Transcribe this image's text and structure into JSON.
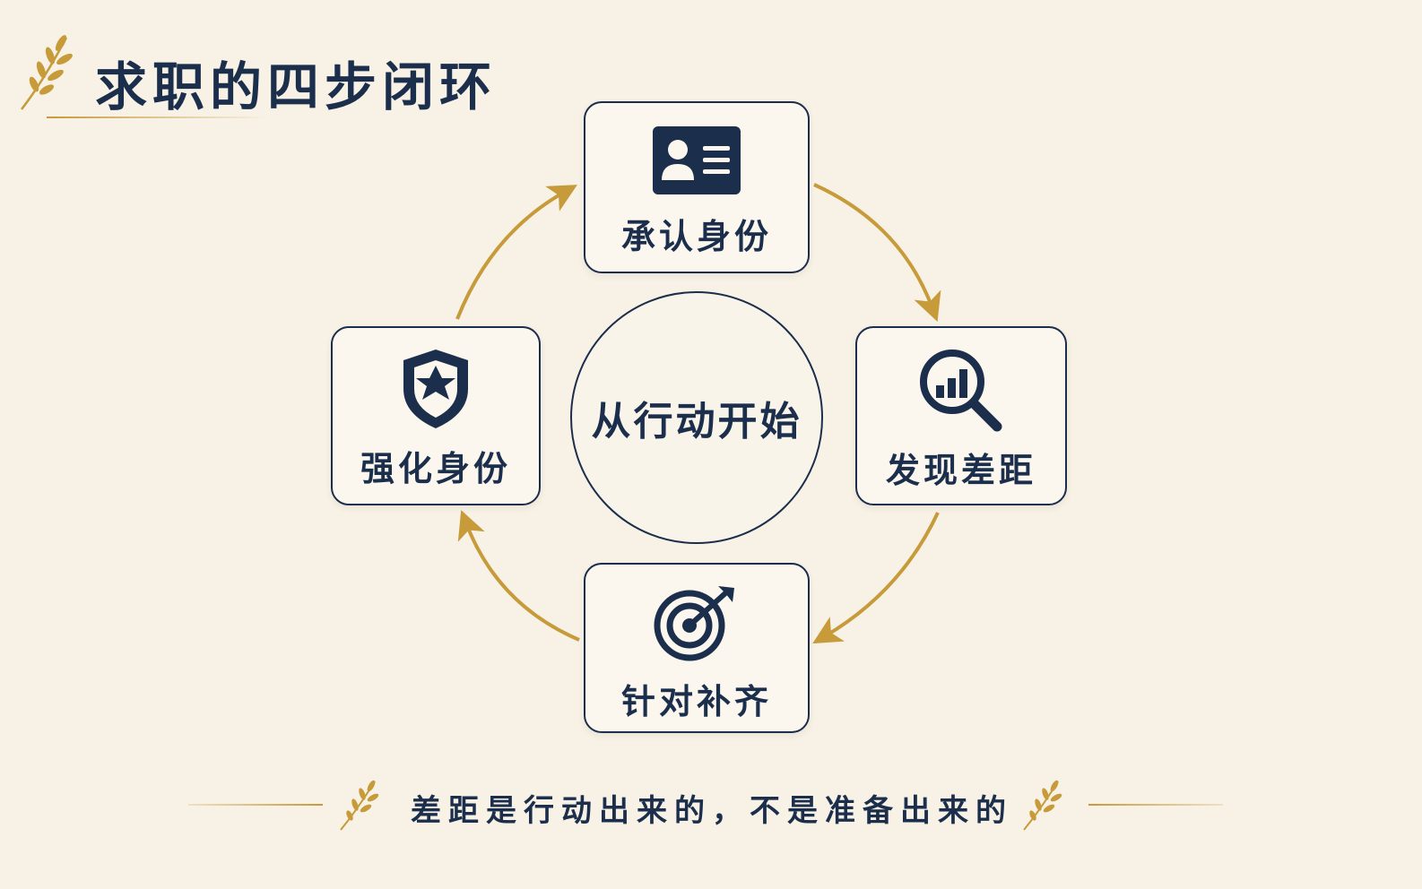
{
  "title": "求职的四步闭环",
  "center": "从行动开始",
  "steps": {
    "top": "承认身份",
    "right": "发现差距",
    "bottom": "针对补齐",
    "left": "强化身份"
  },
  "icons": {
    "top": "id-card-icon",
    "right": "magnifier-chart-icon",
    "bottom": "target-arrow-icon",
    "left": "shield-star-icon"
  },
  "footer": "差距是行动出来的，不是准备出来的",
  "colors": {
    "navy": "#1b2e4b",
    "gold": "#c79a3a",
    "background": "#f8f2e6"
  }
}
